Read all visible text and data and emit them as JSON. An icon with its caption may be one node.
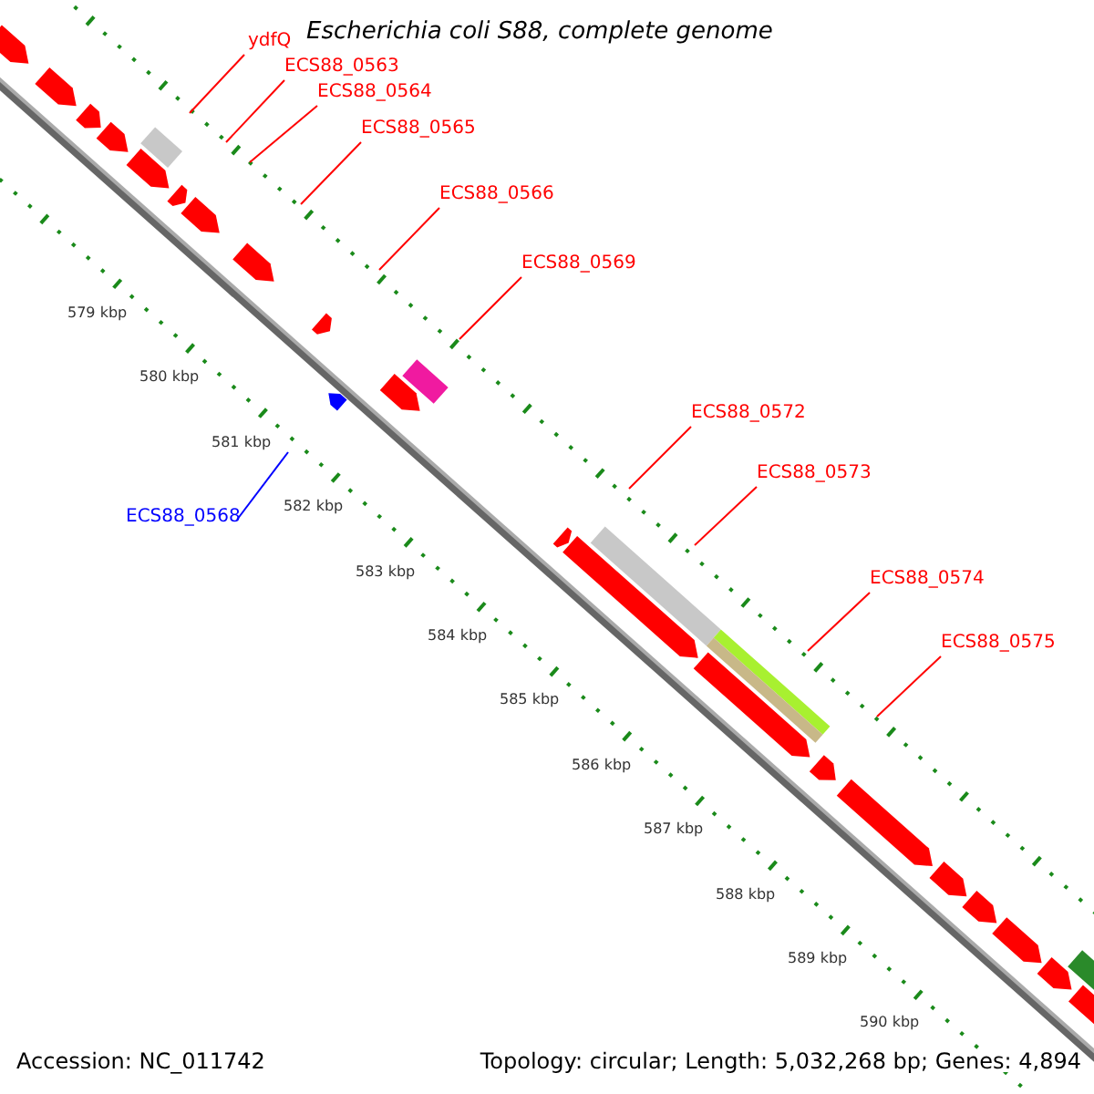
{
  "diagram": {
    "title": "Escherichia coli S88, complete genome",
    "nodes": [
      {
        "text": [
          "ydfQ"
        ]
      },
      {
        "text": [
          "ECS88_0563"
        ]
      },
      {
        "text": [
          "ECS88_0564"
        ]
      },
      {
        "text": [
          "ECS88_0565"
        ]
      },
      {
        "text": [
          "ECS88_0566"
        ]
      },
      {
        "text": [
          "ECS88_0569"
        ]
      },
      {
        "text": [
          "ECS88_0572"
        ]
      },
      {
        "text": [
          "ECS88_0573"
        ]
      },
      {
        "text": [
          "ECS88_0568"
        ]
      },
      {
        "text": [
          "ECS88_0574"
        ]
      },
      {
        "text": [
          "ECS88_0575"
        ]
      }
    ],
    "edges": [
      {
        "from": 0,
        "to": null,
        "arrow": "none"
      },
      {
        "from": 1,
        "to": null,
        "arrow": "none"
      },
      {
        "from": 2,
        "to": null,
        "arrow": "none"
      },
      {
        "from": 3,
        "to": null,
        "arrow": "none"
      },
      {
        "from": 4,
        "to": null,
        "arrow": "none"
      },
      {
        "from": 5,
        "to": null,
        "arrow": "none"
      },
      {
        "from": 6,
        "to": null,
        "arrow": "none"
      },
      {
        "from": 7,
        "to": null,
        "arrow": "none"
      },
      {
        "from": 8,
        "to": null,
        "arrow": "none",
        "color": "#0000ff"
      },
      {
        "from": 9,
        "to": null,
        "arrow": "none"
      },
      {
        "from": 10,
        "to": null,
        "arrow": "none"
      }
    ],
    "labels": [
      "579 kbp",
      "580 kbp",
      "581 kbp",
      "582 kbp",
      "583 kbp",
      "584 kbp",
      "585 kbp",
      "586 kbp",
      "587 kbp",
      "588 kbp",
      "589 kbp",
      "590 kbp",
      "Accession: NC_011742",
      "Topology: circular; Length: 5,032,268 bp; Genes: 4,894"
    ]
  }
}
